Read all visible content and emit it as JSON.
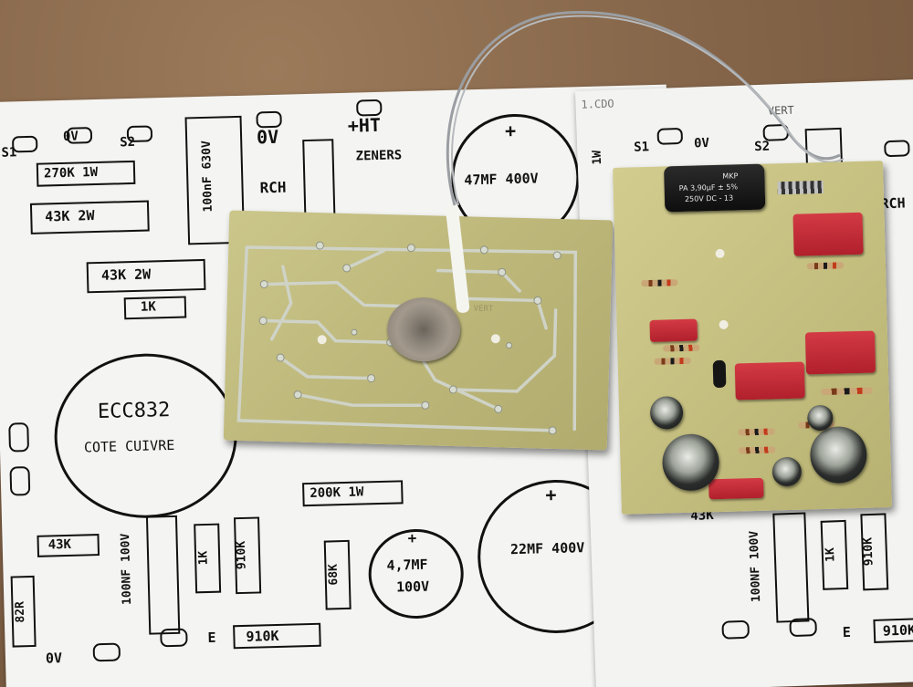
{
  "scene": {
    "background_color": "#86664a",
    "paper_color": "#f4f4f2",
    "pcb_color": "#c9c384",
    "trace_color": "#cfd3c7"
  },
  "left_sheet": {
    "pin_labels": [
      "S1",
      "0V",
      "S2",
      "0V",
      "+HT",
      "E",
      "0V"
    ],
    "zeners": "ZENERS",
    "rch": "RCH",
    "r_270k": "270K 1W",
    "r_43k_2w_a": "43K 2W",
    "r_43k_2w_b": "43K 2W",
    "r_1k_h": "1K",
    "c_100nf_630v": "100nF 630V",
    "c_47mf": "47MF 400V",
    "tube_name": "ECC832",
    "tube_side": "COTE CUIVRE",
    "r_200k": "200K 1W",
    "r_43k": "43K",
    "c_100nf_100v": "100NF 100V",
    "r_1k_v": "1K",
    "r_910k_v": "910K",
    "r_68k": "68K",
    "c_4_7mf": "4,7MF",
    "c_4_7mf_v": "100V",
    "c_22mf": "22MF 400V",
    "r_82r": "82R",
    "r_910k_h": "910K",
    "plus": "+"
  },
  "right_sheet": {
    "pin_labels": [
      "S1",
      "0V",
      "S2",
      "E"
    ],
    "corner_note": "1.CDO",
    "corner_note2": "VERT",
    "rch": "RCH",
    "c_100nf_100v": "100NF 100V",
    "r_1k_v": "1K",
    "r_910k_v": "910K",
    "r_910k_h": "910K",
    "r_43k": "43K",
    "side_1w": "1W",
    "side_1k": "1K"
  },
  "pcb_right": {
    "cap_line1": "MKP",
    "cap_line2": "PA 3,90µF ± 5%",
    "cap_line3": "250V DC - 13"
  },
  "pcb_left": {
    "silk_text": "VERT"
  }
}
